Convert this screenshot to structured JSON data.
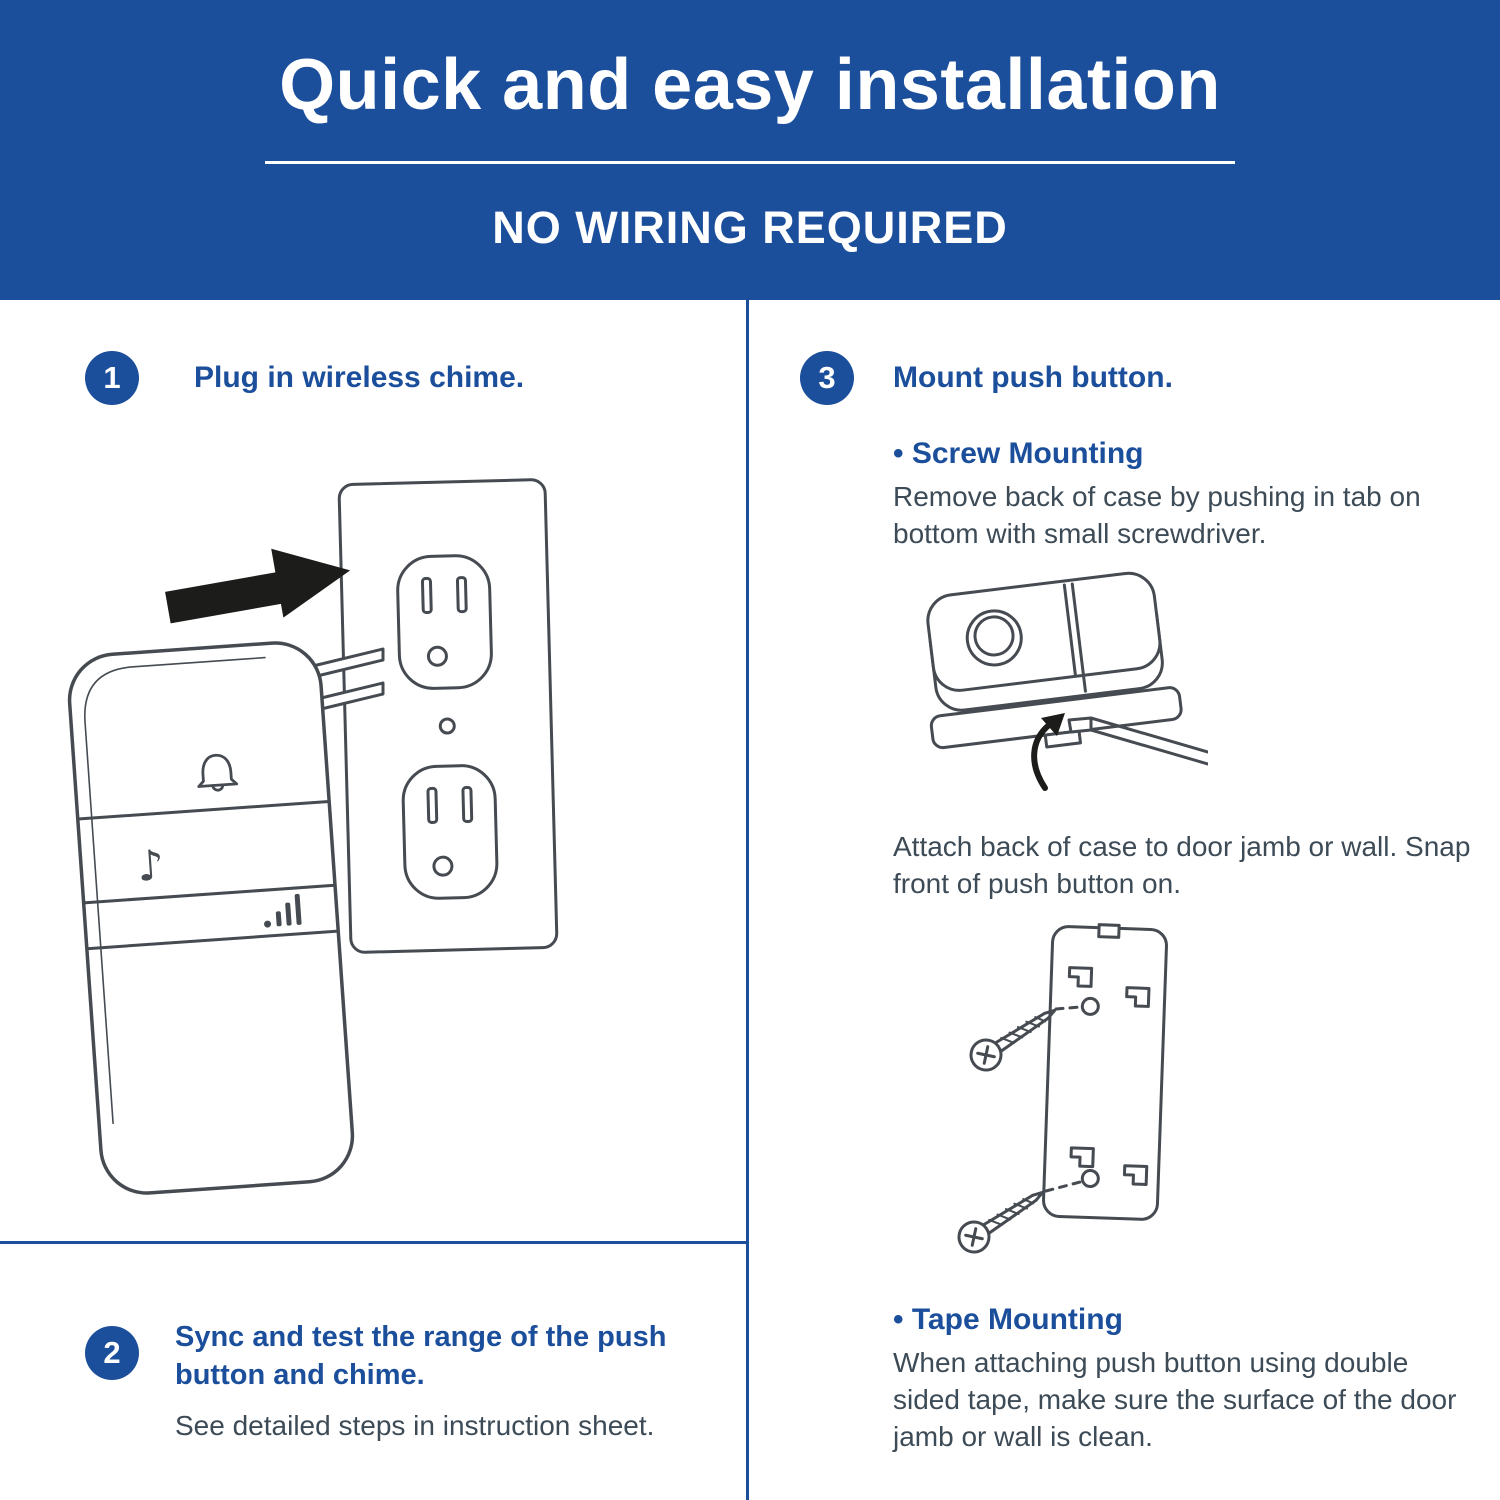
{
  "colors": {
    "brand_blue": "#1b4e9b",
    "body_text": "#3d4b57"
  },
  "header": {
    "title": "Quick and easy installation",
    "subtitle": "NO WIRING REQUIRED"
  },
  "left": {
    "step1": {
      "number": "1",
      "title": "Plug in wireless chime."
    },
    "step2": {
      "number": "2",
      "title": "Sync and test the range of the push button and chime.",
      "body": "See detailed steps in instruction sheet."
    }
  },
  "right": {
    "step3": {
      "number": "3",
      "title": "Mount push button."
    },
    "screw": {
      "heading": "• Screw Mounting",
      "body1": "Remove back of case by pushing in tab on bottom with small screwdriver.",
      "body2": "Attach back of case to door jamb or wall. Snap front of push button on."
    },
    "tape": {
      "heading": "• Tape Mounting",
      "body": "When attaching push button using double sided tape, make sure the surface of the door jamb or wall is clean."
    }
  },
  "icons": {
    "music_note": "♪"
  }
}
